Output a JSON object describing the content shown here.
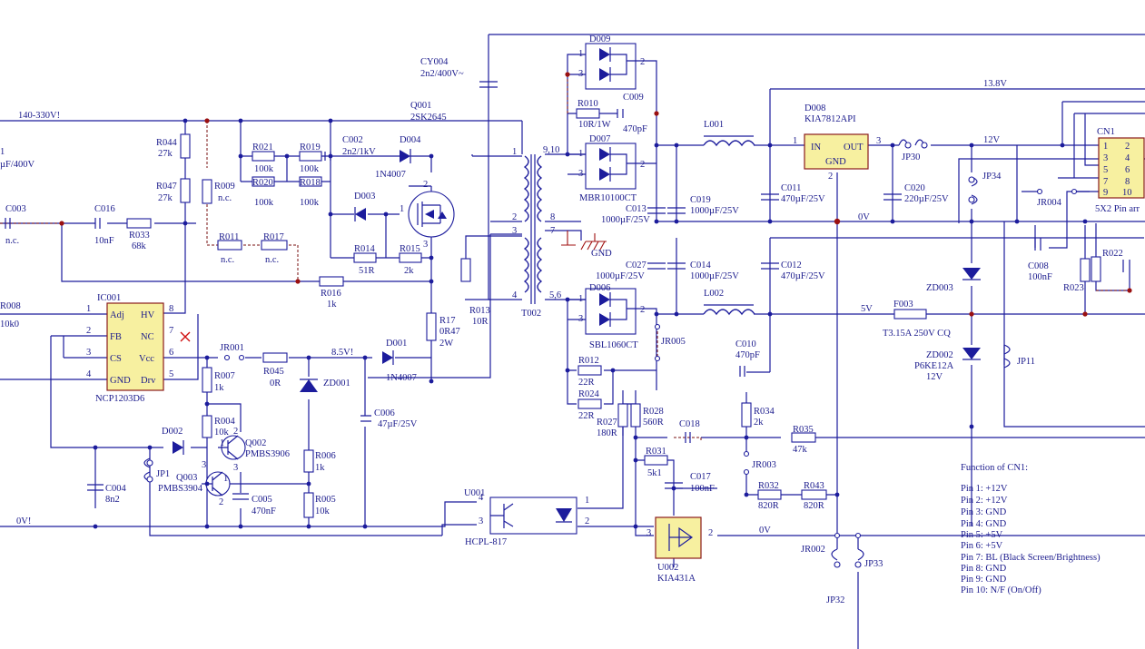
{
  "colors": {
    "wire": "#1c1c9c",
    "text": "#1a1a8c",
    "junction": "#9a1010",
    "ic_fill": "#f7f0a0",
    "no_connect": "#d01010"
  },
  "nets": {
    "hv": "140-330V!",
    "v13": "13.8V",
    "v12": "12V",
    "v0": "0V",
    "v5": "5V",
    "v85": "8.5V!",
    "gnd_left": "0V!",
    "gnd_right": "0V",
    "gnd_symbol": "GND"
  },
  "labels": {
    "cy004": "CY004",
    "cy004v": "2n2/400V~",
    "q001": "Q001",
    "q001v": "2SK2645",
    "c002": "C002",
    "c002v": "2n2/1kV",
    "d004": "D004",
    "d004v": "1N4007",
    "d003": "D003",
    "r021": "R021",
    "r021v": "100k",
    "r019": "R019",
    "r019v": "100k",
    "r020": "R020",
    "r020v": "100k",
    "r018": "R018",
    "r018v": "100k",
    "r014": "R014",
    "r014v": "51R",
    "r015": "R015",
    "r015v": "2k",
    "r044": "R044",
    "r044v": "27k",
    "r047": "R047",
    "r047v": "27k",
    "r009": "R009",
    "r009v": "n.c.",
    "r011": "R011",
    "r011v": "n.c.",
    "r017": "R017",
    "r017v": "n.c.",
    "r016": "R016",
    "r016v": "1k",
    "c003": "C003",
    "c003v": "n.c.",
    "c016": "C016",
    "c016v": "10nF",
    "r033": "R033",
    "r033v": "68k",
    "r008": "R008",
    "r008v": "10k0",
    "cleft": "1",
    "cleftv": "µF/400V",
    "ic001": "IC001",
    "ic001v": "NCP1203D6",
    "pin_adj": "Adj",
    "pin_hv": "HV",
    "pin_fb": "FB",
    "pin_nc": "NC",
    "pin_cs": "CS",
    "pin_vcc": "Vcc",
    "pin_gnd": "GND",
    "pin_drv": "Drv",
    "jr001": "JR001",
    "r045": "R045",
    "r045v": "0R",
    "d001": "D001",
    "d001v": "1N4007",
    "zd001": "ZD001",
    "c006": "C006",
    "c006v": "47µF/25V",
    "r007": "R007",
    "r007v": "1k",
    "r004": "R004",
    "r004v": "10k",
    "q002": "Q002",
    "q002v": "PMBS3906",
    "q003": "Q003",
    "q003v": "PMBS3904",
    "d002": "D002",
    "jp1": "JP1",
    "c004": "C004",
    "c004v": "8n2",
    "c005": "C005",
    "c005v": "470nF",
    "r006": "R006",
    "r006v": "1k",
    "r005": "R005",
    "r005v": "10k",
    "r17": "R17",
    "r17v1": "0R47",
    "r17v2": "2W",
    "r013": "R013",
    "r013v": "10R",
    "t002": "T002",
    "u001": "U001",
    "u001v": "HCPL-817",
    "d009": "D009",
    "r010": "R010",
    "r010v": "10R/1W",
    "c009": "C009",
    "c009v": "470pF",
    "d007": "D007",
    "d007v": "MBR10100CT",
    "d006": "D006",
    "d006v": "SBL1060CT",
    "c013": "C013",
    "c013v": "1000µF/25V",
    "c019": "C019",
    "c019v": "1000µF/25V",
    "c027": "C027",
    "c027v": "1000µF/25V",
    "c014": "C014",
    "c014v": "1000µF/25V",
    "l001": "L001",
    "l002": "L002",
    "c011": "C011",
    "c011v": "470µF/25V",
    "c012": "C012",
    "c012v": "470µF/25V",
    "d008": "D008",
    "d008v": "KIA7812API",
    "reg_in": "IN",
    "reg_out": "OUT",
    "reg_gnd": "GND",
    "jp30": "JP30",
    "c020": "C020",
    "c020v": "220µF/25V",
    "jp34": "JP34",
    "jr004": "JR004",
    "cn1": "CN1",
    "cn1v": "5X2 Pin arr",
    "c008": "C008",
    "c008v": "100nF",
    "r023": "R023",
    "r022": "R022",
    "zd003": "ZD003",
    "zd002": "ZD002",
    "zd002v": "P6KE12A",
    "zd002v2": "12V",
    "f003": "F003",
    "f003v": "T3.15A 250V CQ",
    "jp11": "JP11",
    "jr005": "JR005",
    "c010": "C010",
    "c010v": "470pF",
    "r012": "R012",
    "r012v": "22R",
    "r024": "R024",
    "r024v": "22R",
    "r027": "R027",
    "r027v": "180R",
    "r028": "R028",
    "r028v": "560R",
    "c018": "C018",
    "r034": "R034",
    "r034v": "2k",
    "r035": "R035",
    "r035v": "47k",
    "r031": "R031",
    "r031v": "5k1",
    "c017": "C017",
    "c017v": "100nF",
    "jr003": "JR003",
    "r032": "R032",
    "r032v": "820R",
    "r043": "R043",
    "r043v": "820R",
    "u002": "U002",
    "u002v": "KIA431A",
    "jr002": "JR002",
    "jp33": "JP33",
    "jp32": "JP32"
  },
  "cn1_pins": [
    "1",
    "2",
    "3",
    "4",
    "5",
    "6",
    "7",
    "8",
    "9",
    "10"
  ],
  "pin_numbers": {
    "ic_left": [
      "1",
      "2",
      "3",
      "4"
    ],
    "ic_right": [
      "8",
      "7",
      "6",
      "5"
    ],
    "q001": [
      "1",
      "2",
      "3"
    ],
    "t002": [
      "1",
      "2",
      "3",
      "4",
      "9,10",
      "8",
      "7",
      "5,6"
    ],
    "diode": [
      "1",
      "3",
      "2"
    ],
    "reg": [
      "1",
      "3",
      "2"
    ],
    "opto": [
      "4",
      "3",
      "1",
      "2"
    ],
    "u002": [
      "3",
      "2"
    ],
    "q002": [
      "1",
      "2",
      "3"
    ],
    "q003": [
      "1",
      "2",
      "3"
    ]
  },
  "cn1_function": {
    "title": "Function of CN1:",
    "lines": [
      "Pin 1: +12V",
      "Pin 2: +12V",
      "Pin 3: GND",
      "Pin 4: GND",
      "Pin 5: +5V",
      "Pin 6: +5V",
      "Pin 7: BL (Black Screen/Brightness)",
      "Pin 8: GND",
      "Pin 9: GND",
      "Pin 10: N/F (On/Off)"
    ]
  }
}
